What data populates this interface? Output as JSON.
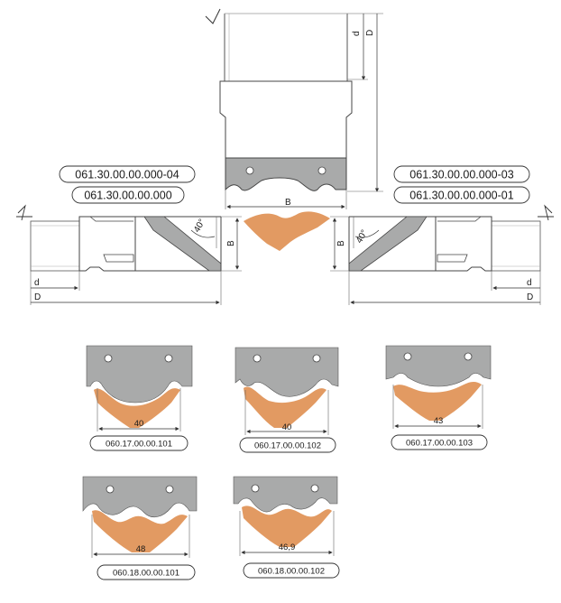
{
  "codes_top": {
    "left_1": "061.30.00.00.000-04",
    "left_2": "061.30.00.00.000",
    "right_1": "061.30.00.00.000-03",
    "right_2": "061.30.00.00.000-01"
  },
  "labels": {
    "d": "d",
    "D": "D",
    "B": "B",
    "angle": "40°"
  },
  "knives": [
    {
      "width": "40",
      "code": "060.17.00.00.101"
    },
    {
      "width": "40",
      "code": "060.17.00.00.102"
    },
    {
      "width": "43",
      "code": "060.17.00.00.103"
    },
    {
      "width": "48",
      "code": "060.18.00.00.101"
    },
    {
      "width": "46,9",
      "code": "060.18.00.00.102"
    }
  ],
  "colors": {
    "steel": "#a9aaaa",
    "steel_light": "#d0d0d0",
    "wood": "#e29a62",
    "line": "#333333"
  }
}
